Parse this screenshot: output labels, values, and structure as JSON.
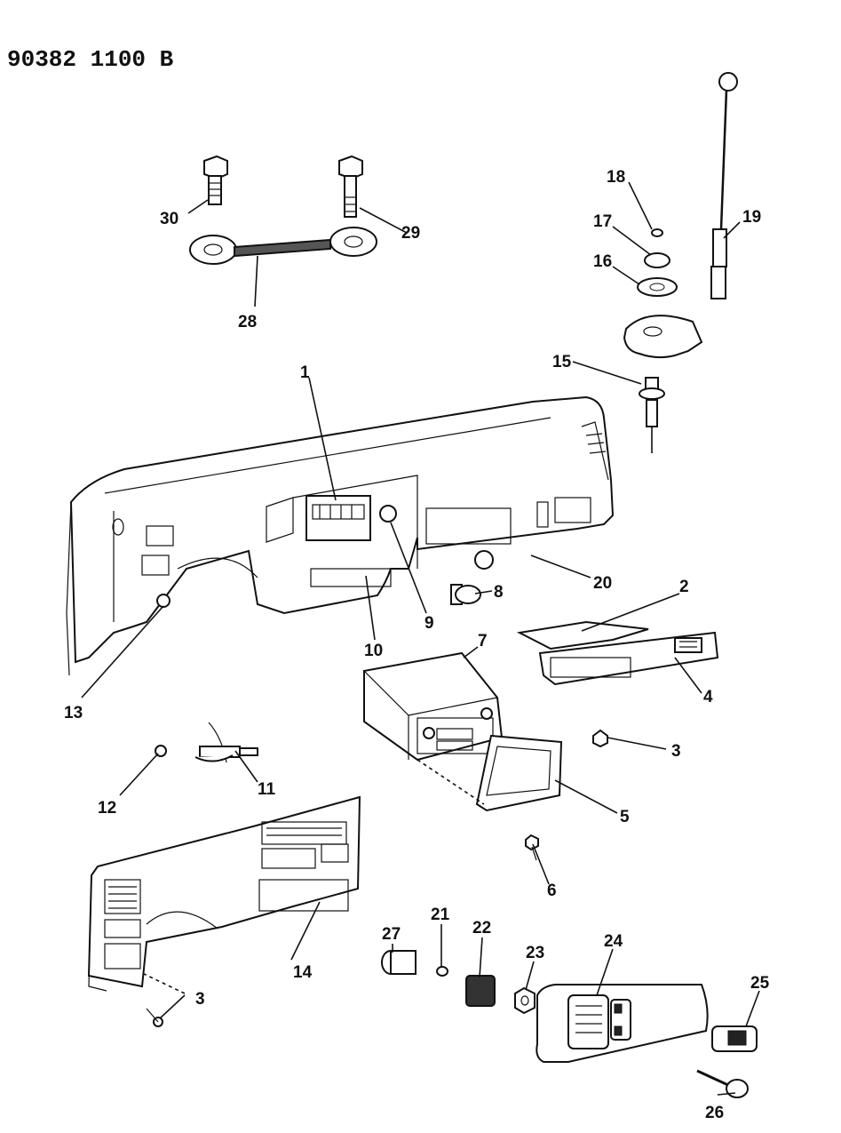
{
  "document_id": "90382 1100 B",
  "callouts": [
    "1",
    "2",
    "3",
    "3",
    "4",
    "5",
    "6",
    "7",
    "8",
    "9",
    "10",
    "11",
    "12",
    "13",
    "14",
    "15",
    "16",
    "17",
    "18",
    "19",
    "20",
    "21",
    "22",
    "23",
    "24",
    "25",
    "26",
    "27",
    "28",
    "29",
    "30"
  ]
}
